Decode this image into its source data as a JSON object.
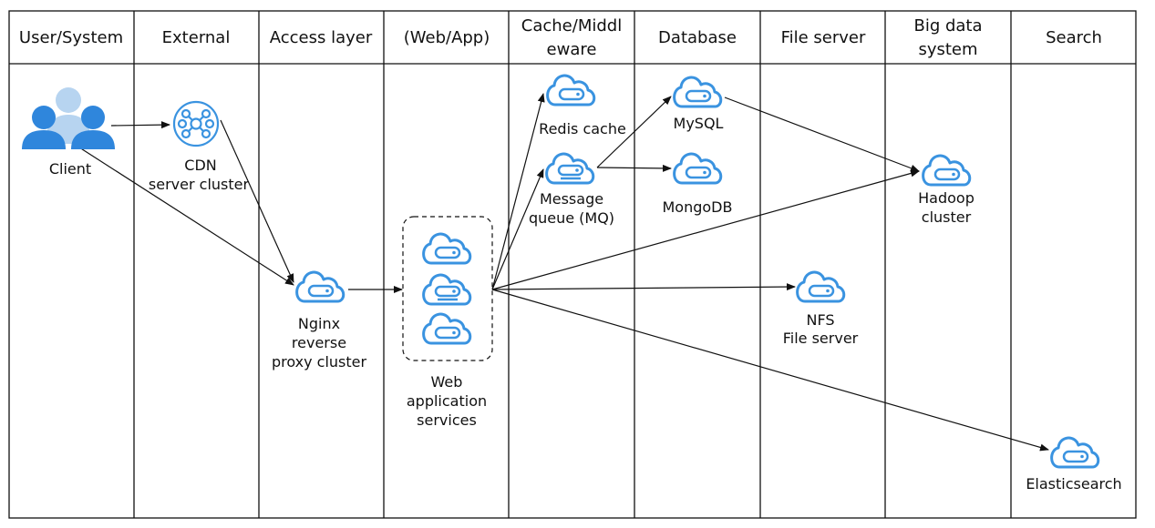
{
  "headers": [
    {
      "lines": [
        "User/System"
      ]
    },
    {
      "lines": [
        "External"
      ]
    },
    {
      "lines": [
        "Access layer"
      ]
    },
    {
      "lines": [
        "(Web/App)"
      ]
    },
    {
      "lines": [
        "Cache/Middl",
        "eware"
      ]
    },
    {
      "lines": [
        "Database"
      ]
    },
    {
      "lines": [
        "File server"
      ]
    },
    {
      "lines": [
        "Big data",
        "system"
      ]
    },
    {
      "lines": [
        "Search"
      ]
    }
  ],
  "nodes": {
    "client": {
      "lines": [
        "Client"
      ]
    },
    "cdn": {
      "lines": [
        "CDN",
        "server cluster"
      ]
    },
    "nginx": {
      "lines": [
        "Nginx",
        "reverse",
        "proxy cluster"
      ]
    },
    "web": {
      "lines": [
        "Web",
        "application",
        "services"
      ]
    },
    "redis": {
      "lines": [
        "Redis cache"
      ]
    },
    "mq": {
      "lines": [
        "Message",
        "queue (MQ)"
      ]
    },
    "mysql": {
      "lines": [
        "MySQL"
      ]
    },
    "mongodb": {
      "lines": [
        "MongoDB"
      ]
    },
    "nfs": {
      "lines": [
        "NFS",
        "File server"
      ]
    },
    "hadoop": {
      "lines": [
        "Hadoop",
        "cluster"
      ]
    },
    "elasticsearch": {
      "lines": [
        "Elasticsearch"
      ]
    }
  },
  "colors": {
    "icon": "#3a93e0",
    "client_front": "#2f86dc",
    "client_back": "#b7d4f0",
    "line": "#111111"
  }
}
